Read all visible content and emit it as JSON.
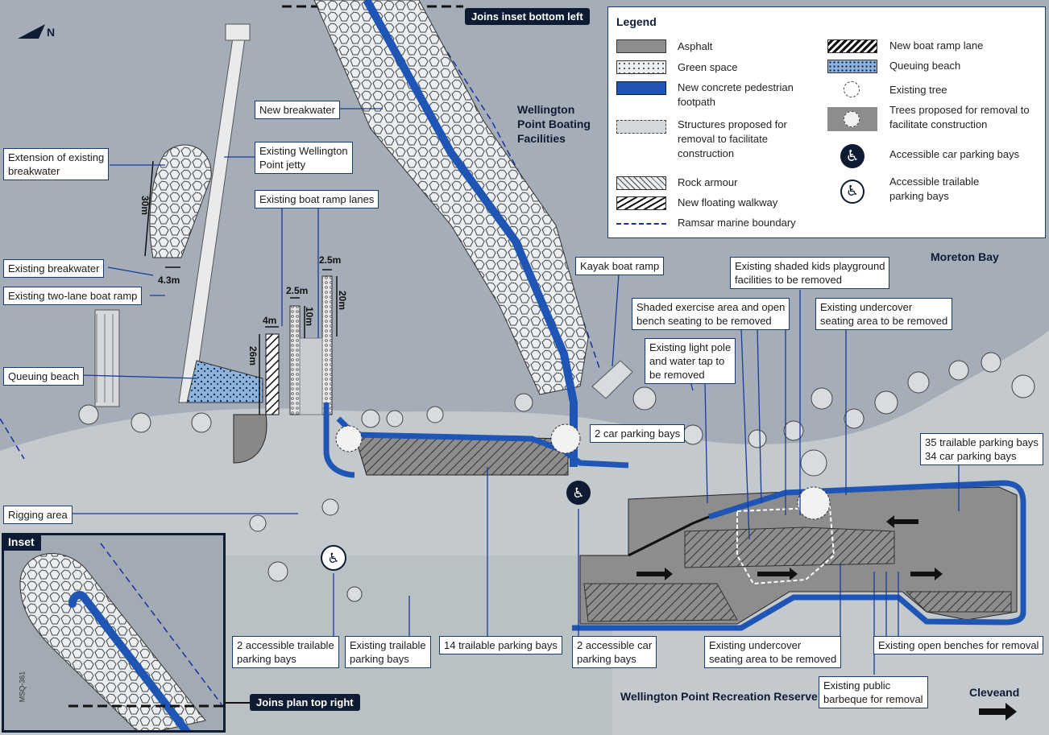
{
  "north_label": "N",
  "joins_top": "Joins inset bottom left",
  "joins_inset": "Joins plan top right",
  "inset_label": "Inset",
  "inset_code": "MSQ-361",
  "place_labels": {
    "boating": "Wellington\nPoint Boating\nFacilities",
    "moreton": "Moreton Bay",
    "reserve": "Wellington Point Recreation Reserve",
    "cleveland": "Cleveand"
  },
  "callouts": {
    "new_breakwater": "New breakwater",
    "ext_breakwater": "Extension of existing\nbreakwater",
    "existing_jetty": "Existing Wellington\nPoint jetty",
    "existing_ramp_lanes": "Existing boat ramp lanes",
    "existing_breakwater": "Existing breakwater",
    "two_lane_ramp": "Existing two-lane boat ramp",
    "queuing_beach": "Queuing beach",
    "rigging_area": "Rigging area",
    "kayak_ramp": "Kayak boat ramp",
    "kids_playground": "Existing shaded kids playground\nfacilities to be removed",
    "exercise_area": "Shaded exercise area and open\nbench seating to be removed",
    "undercover_top": "Existing undercover\nseating area to be removed",
    "light_pole": "Existing light pole\nand water tap to\nbe removed",
    "two_car_bays": "2 car parking bays",
    "trailable_35": "35 trailable parking bays\n34 car parking bays",
    "acc_trailable_2": "2 accessible trailable\nparking bays",
    "existing_trailable": "Existing trailable\nparking bays",
    "trailable_14": "14 trailable parking bays",
    "acc_car_2": "2 accessible car\nparking bays",
    "undercover_bottom": "Existing undercover\nseating area to be removed",
    "open_benches": "Existing open benches for removal",
    "barbeque": "Existing public\nbarbeque for removal"
  },
  "dimensions": {
    "d30": "30m",
    "d43": "4.3m",
    "d4": "4m",
    "d26": "26m",
    "d25a": "2.5m",
    "d25b": "2.5m",
    "d10": "10m",
    "d20": "20m"
  },
  "legend": {
    "title": "Legend",
    "items": [
      {
        "key": "asphalt",
        "label": "Asphalt"
      },
      {
        "key": "green",
        "label": "Green space"
      },
      {
        "key": "footpath",
        "label": "New concrete pedestrian\nfootpath"
      },
      {
        "key": "structures",
        "label": "Structures proposed for\nremoval to facilitate\nconstruction"
      },
      {
        "key": "rock",
        "label": "Rock armour"
      },
      {
        "key": "walkway",
        "label": "New floating walkway"
      },
      {
        "key": "ramsar",
        "label": "Ramsar marine boundary"
      },
      {
        "key": "ramp_lane",
        "label": "New boat ramp lane"
      },
      {
        "key": "queuing",
        "label": "Queuing beach"
      },
      {
        "key": "tree",
        "label": "Existing tree"
      },
      {
        "key": "tree_removal",
        "label": "Trees proposed for removal to\nfacilitate construction"
      },
      {
        "key": "acc_car",
        "label": "Accessible car parking bays"
      },
      {
        "key": "acc_trailable",
        "label": "Accessible trailable\nparking bays"
      }
    ]
  },
  "colors": {
    "water": "#a7b0b9",
    "land": "#c9ced3",
    "asphalt": "#8d8d8d",
    "footpath": "#1f56b5",
    "navy": "#0d1c33",
    "queuing": "#7fa6d6"
  }
}
